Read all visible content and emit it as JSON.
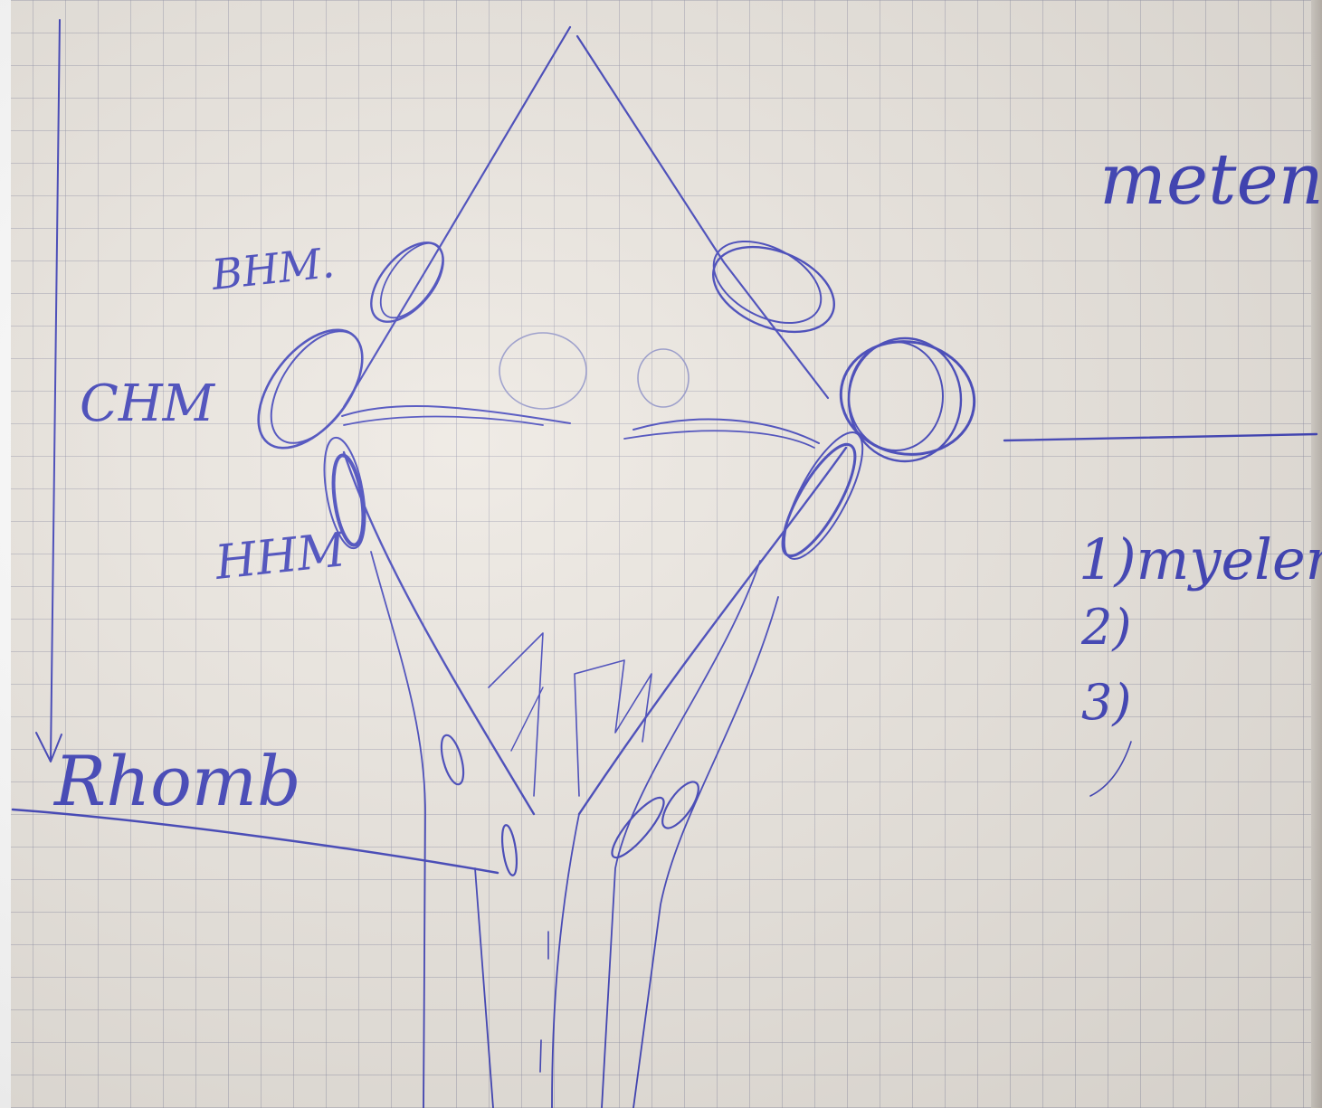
{
  "labels": {
    "top_right": "meten",
    "upper_left": "BHM.",
    "middle_left": "CHM",
    "lower_left": "HHM",
    "bottom_left": "Rhomb",
    "list_item_1": "1)myelen",
    "list_item_2": "2)",
    "list_item_3": "3)"
  },
  "colors": {
    "ink": "#3a3db8",
    "paper": "#ece7e0",
    "grid": "#9696aa"
  }
}
